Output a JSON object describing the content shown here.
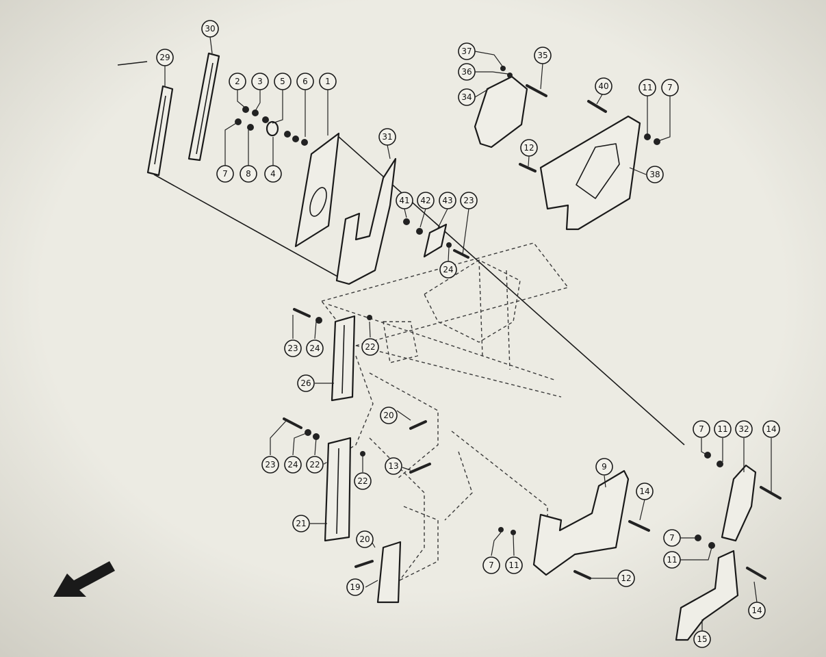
{
  "diagram": {
    "callouts": [
      "29",
      "30",
      "2",
      "3",
      "5",
      "6",
      "1",
      "7",
      "8",
      "4",
      "31",
      "37",
      "36",
      "34",
      "35",
      "40",
      "11",
      "7",
      "12",
      "38",
      "41",
      "42",
      "43",
      "23",
      "24",
      "23",
      "24",
      "22",
      "26",
      "20",
      "23",
      "24",
      "22",
      "22",
      "13",
      "21",
      "20",
      "19",
      "9",
      "14",
      "7",
      "11",
      "7",
      "11",
      "32",
      "14",
      "7",
      "11",
      "12",
      "14",
      "15"
    ],
    "direction_arrow_icon": "front-direction-arrow"
  }
}
